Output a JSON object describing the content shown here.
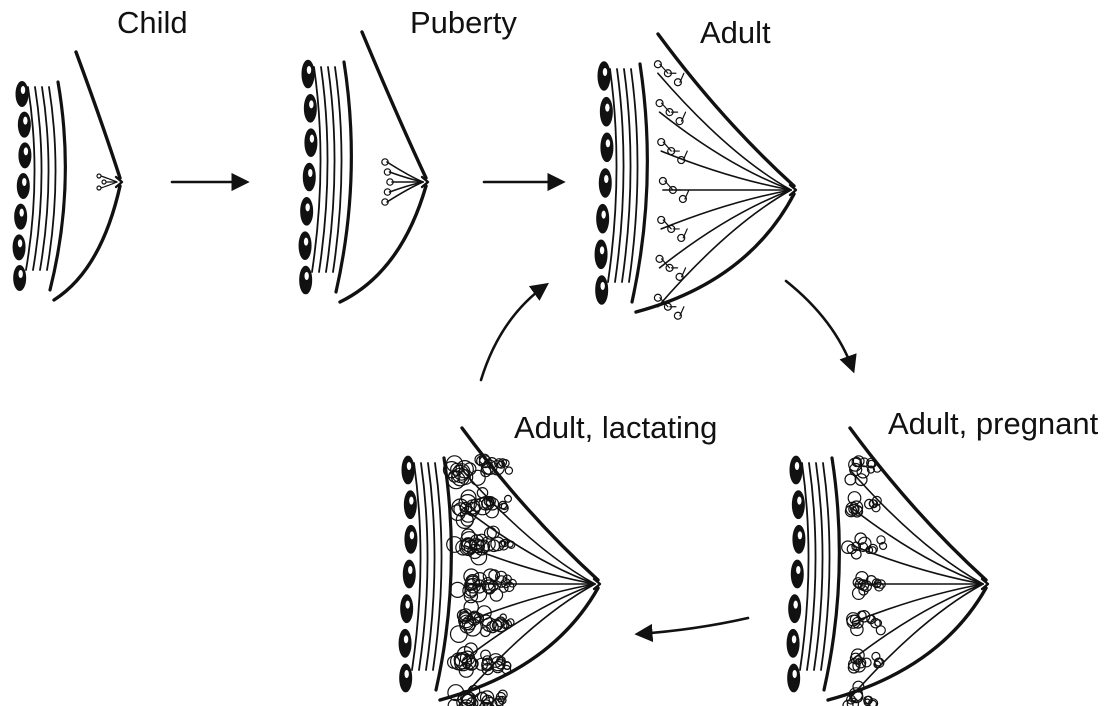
{
  "diagram": {
    "stages": [
      {
        "id": "child",
        "label": "Child"
      },
      {
        "id": "puberty",
        "label": "Puberty"
      },
      {
        "id": "adult",
        "label": "Adult"
      },
      {
        "id": "pregnant",
        "label": "Adult, pregnant"
      },
      {
        "id": "lactating",
        "label": "Adult, lactating"
      }
    ],
    "flow": [
      [
        "child",
        "puberty"
      ],
      [
        "puberty",
        "adult"
      ],
      [
        "adult",
        "pregnant"
      ],
      [
        "pregnant",
        "lactating"
      ],
      [
        "lactating",
        "adult"
      ]
    ],
    "colors": {
      "ink": "#111111",
      "background": "#ffffff"
    }
  }
}
